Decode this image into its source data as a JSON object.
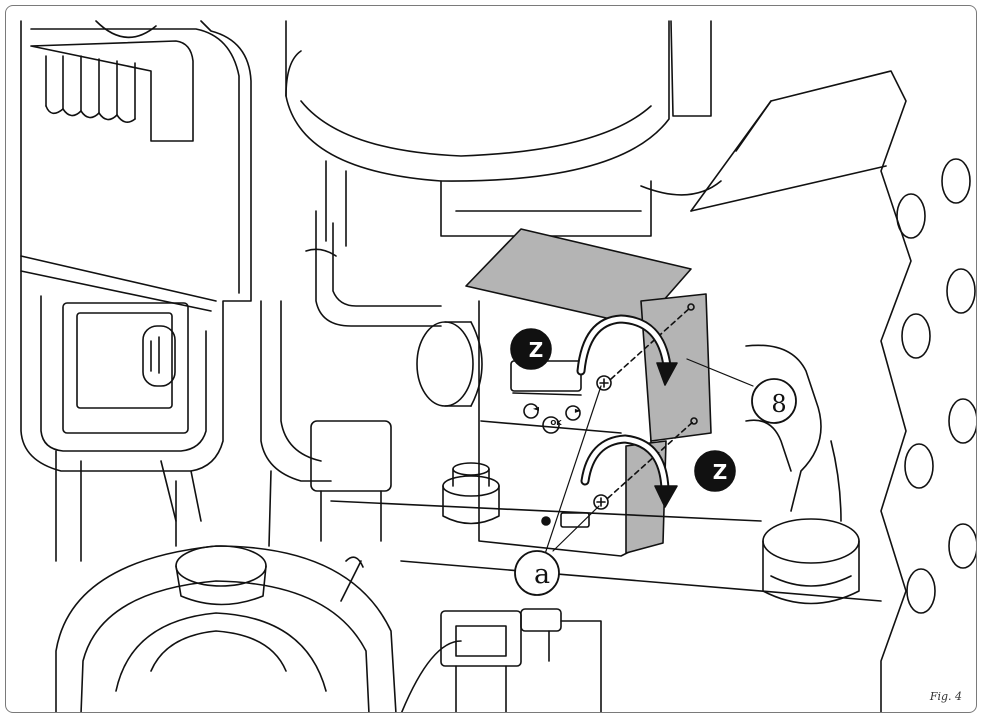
{
  "figure": {
    "caption": "Fig. 4"
  },
  "callouts": {
    "z_top": "Z",
    "z_bottom": "Z",
    "part_number": "8",
    "screw_label": "a"
  },
  "display_buttons": {
    "left": "◄",
    "ok": "OK",
    "right": "►"
  },
  "colors": {
    "line": "#111111",
    "cover_fill": "#b4b4b4",
    "badge_fill": "#111111",
    "badge_text": "#ffffff",
    "frame_border": "#7a7a7a"
  }
}
